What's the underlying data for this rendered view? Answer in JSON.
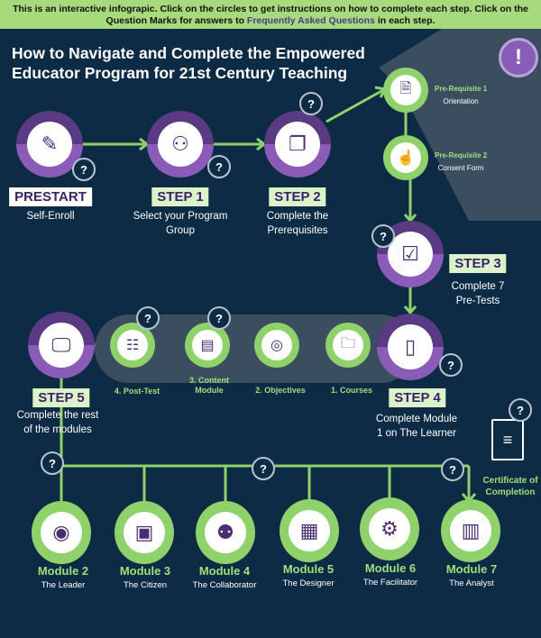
{
  "banner": {
    "text_before": "This is an interactive infograpic.  Click on the circles to get instructions on how to complete each step. Click on the Question Marks for answers to ",
    "link": "Frequently Asked Questions",
    "text_after": " in each step."
  },
  "title": {
    "line1": "How to Navigate and Complete the Empowered",
    "line2": "Educator Program for 21st Century Teaching"
  },
  "alert": "!",
  "qmark": "?",
  "steps": {
    "prestart": {
      "label": "PRESTART",
      "desc": "Self-Enroll",
      "icon": "pencil-icon"
    },
    "step1": {
      "label": "STEP 1",
      "desc1": "Select your Program",
      "desc2": "Group",
      "icon": "group-icon"
    },
    "step2": {
      "label": "STEP 2",
      "desc1": "Complete the",
      "desc2": "Prerequisites",
      "icon": "documents-icon"
    },
    "step3": {
      "label": "STEP 3",
      "desc1": "Complete 7",
      "desc2": "Pre-Tests",
      "icon": "checklist-icon"
    },
    "step4": {
      "label": "STEP 4",
      "desc1": "Complete Module",
      "desc2": "1 on The Learner",
      "icon": "book-icon"
    },
    "step5": {
      "label": "STEP 5",
      "desc1": "Complete the rest",
      "desc2": "of the modules",
      "icon": "monitor-icon"
    }
  },
  "prereqs": [
    {
      "title": "Pre-Requisite 1",
      "sub": "Orientation"
    },
    {
      "title": "Pre-Requisite 2",
      "sub": "Consent Form"
    }
  ],
  "substeps": [
    "1. Courses",
    "2. Objectives",
    "3. Content",
    "Module",
    "4. Post-Test"
  ],
  "certificate": {
    "line1": "Certificate of",
    "line2": "Completion"
  },
  "modules": [
    {
      "title": "Module 2",
      "sub": "The Leader"
    },
    {
      "title": "Module 3",
      "sub": "The Citizen"
    },
    {
      "title": "Module 4",
      "sub": "The Collaborator"
    },
    {
      "title": "Module 5",
      "sub": "The Designer"
    },
    {
      "title": "Module 6",
      "sub": "The Facilitator"
    },
    {
      "title": "Module 7",
      "sub": "The Analyst"
    }
  ],
  "colors": {
    "background": "#0d2b45",
    "green": "#8fd16a",
    "purple": "#8a5cb8",
    "banner": "#a6da7c"
  }
}
